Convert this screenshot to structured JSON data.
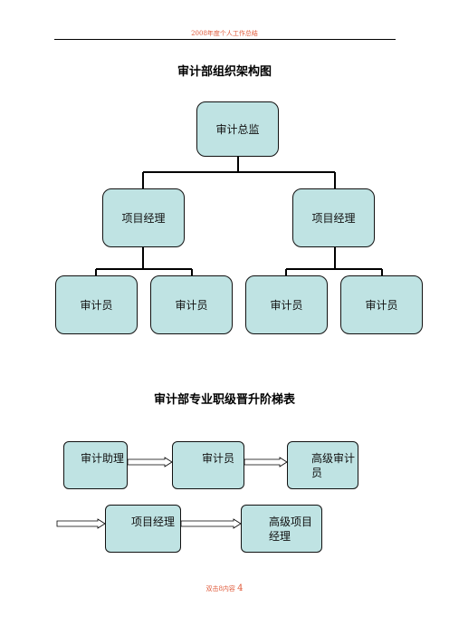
{
  "header": {
    "text": "2008年度个人工作总结"
  },
  "org_chart": {
    "title": "审计部组织架构图",
    "root": "审计总监",
    "managers": [
      "项目经理",
      "项目经理"
    ],
    "auditors": [
      "审计员",
      "审计员",
      "审计员",
      "审计员"
    ]
  },
  "ladder": {
    "title": "审计部专业职级晋升阶梯表",
    "row1": [
      "审计助理",
      "审计员",
      "高级审计员"
    ],
    "row2": [
      "项目经理",
      "高级项目经理"
    ]
  },
  "footer": {
    "text": "双击8内容",
    "page": "4"
  }
}
